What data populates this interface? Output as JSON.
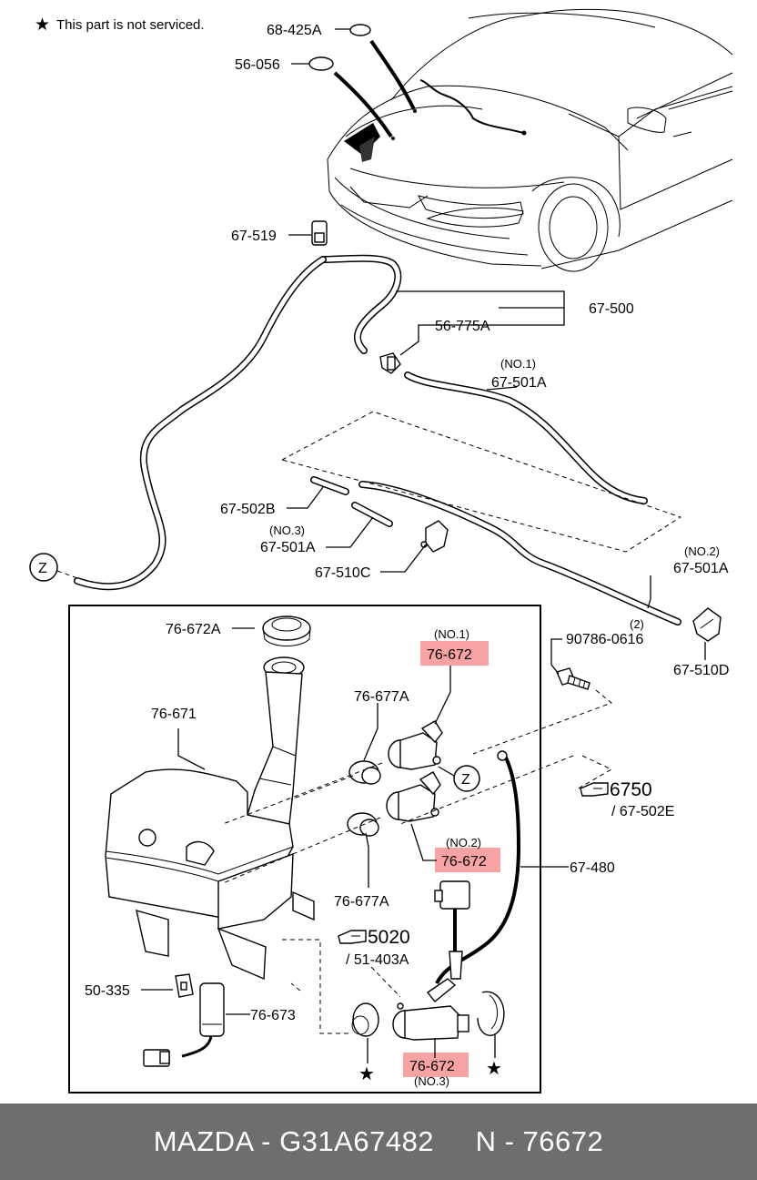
{
  "note": "This part is not serviced.",
  "labels": {
    "p68_425A": "68-425A",
    "p56_056": "56-056",
    "p67_519": "67-519",
    "p67_500": "67-500",
    "p56_775A": "56-775A",
    "no1_hose": "(NO.1)",
    "p67_501A_1": "67-501A",
    "p67_502B": "67-502B",
    "no3_hose": "(NO.3)",
    "p67_501A_3": "67-501A",
    "p67_510C": "67-510C",
    "no2_hose": "(NO.2)",
    "p67_501A_2": "67-501A",
    "p67_510D": "67-510D",
    "p90786": "90786-0616",
    "qty2": "(2)",
    "p76_672A": "76-672A",
    "no1_pump": "(NO.1)",
    "p76_672_1": "76-672",
    "p76_677A_top": "76-677A",
    "p76_671": "76-671",
    "ref6750": "6750",
    "ref67_502E": "/ 67-502E",
    "no2_pump": "(NO.2)",
    "p76_672_2": "76-672",
    "p67_480": "67-480",
    "p76_677A_bot": "76-677A",
    "ref5020": "5020",
    "ref51_403A": "/ 51-403A",
    "p50_335": "50-335",
    "p76_673": "76-673",
    "p76_672_3": "76-672",
    "no3_pump": "(NO.3)",
    "z1": "Z",
    "z2": "Z"
  },
  "highlight_color": "#f7a3a3",
  "footer": "MAZDA - G31A67482     N - 76672"
}
